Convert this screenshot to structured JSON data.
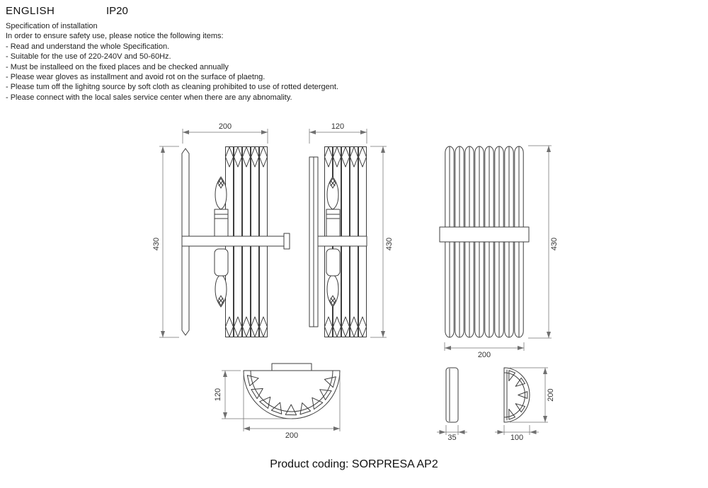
{
  "header": {
    "language": "ENGLISH",
    "ip_rating": "IP20"
  },
  "spec": {
    "title": "Specification of installation",
    "intro": "In order to ensure safety use, please notice the following items:",
    "items": [
      "- Read and understand the whole Specification.",
      "- Suitable for the use of 220-240V and 50-60Hz.",
      "- Must be installeed on the fixed places and be checked annually",
      "- Please wear gloves as installment and avoid rot on the surface of plaetng.",
      "- Please tum off the lighitng source by soft cloth as cleaning prohibited to use of rotted detergent.",
      "- Please connect with the local sales service center when there are any abnomality."
    ]
  },
  "drawings": {
    "front_open": {
      "width": "200",
      "height": "430"
    },
    "side": {
      "width": "120",
      "height": "430"
    },
    "front_closed": {
      "width": "200",
      "height": "430"
    },
    "bottom": {
      "width": "200",
      "height": "120"
    },
    "strip_profile": {
      "width": "35"
    },
    "half_profile": {
      "width": "100",
      "height": "200"
    }
  },
  "footer": {
    "product_coding": "Product coding: SORPRESA AP2"
  }
}
